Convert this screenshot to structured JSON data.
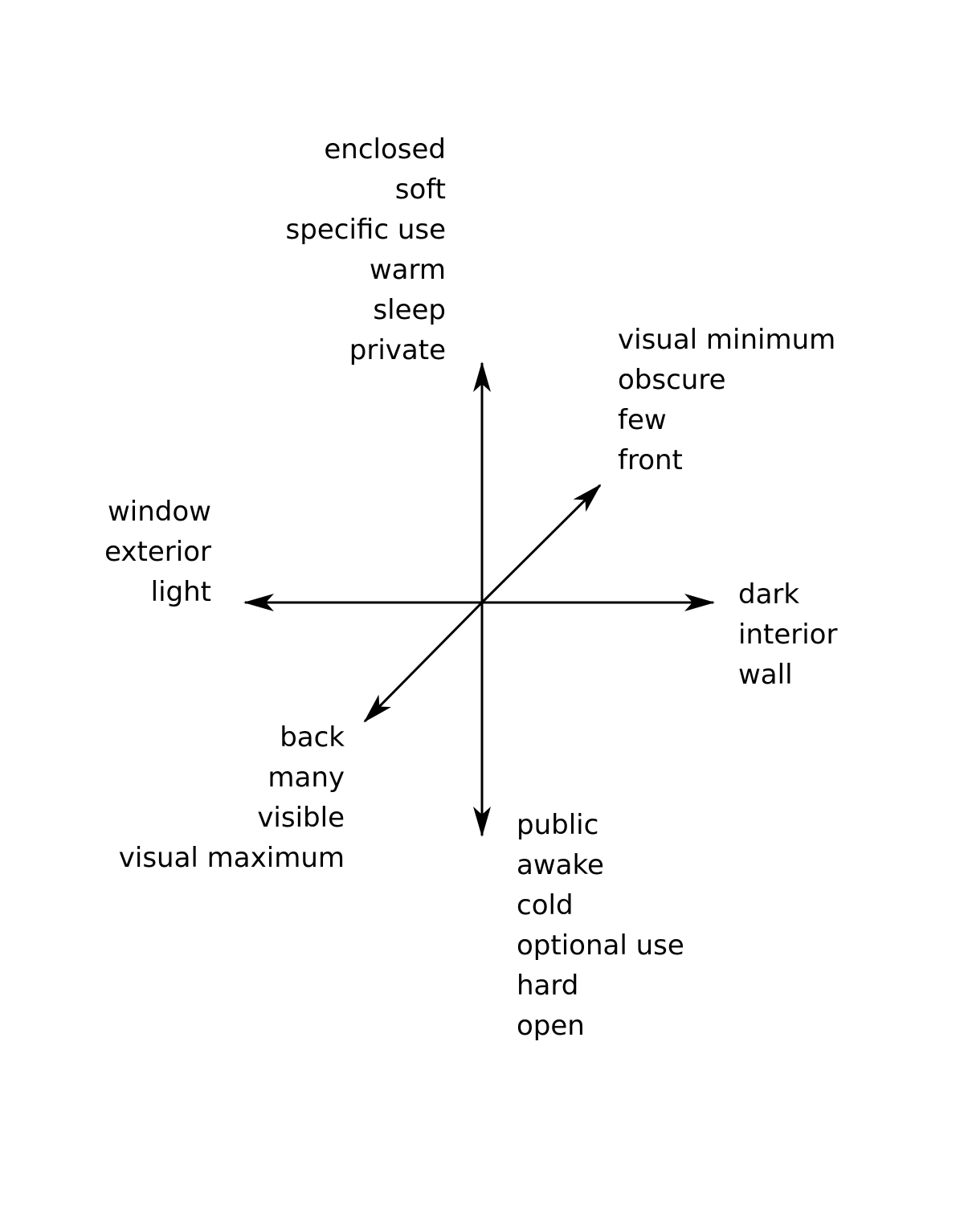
{
  "colors": {
    "ink": "#000000",
    "background": "#ffffff"
  },
  "axes": {
    "vertical": {
      "top_end": [
        "enclosed",
        "soft",
        "specific use",
        "warm",
        "sleep",
        "private"
      ],
      "bottom_end": [
        "public",
        "awake",
        "cold",
        "optional use",
        "hard",
        "open"
      ]
    },
    "horizontal": {
      "left_end": [
        "window",
        "exterior",
        "light"
      ],
      "right_end": [
        "dark",
        "interior",
        "wall"
      ]
    },
    "diagonal": {
      "front_end": [
        "visual minimum",
        "obscure",
        "few",
        "front"
      ],
      "back_end": [
        "back",
        "many",
        "visible",
        "visual maximum"
      ]
    }
  }
}
